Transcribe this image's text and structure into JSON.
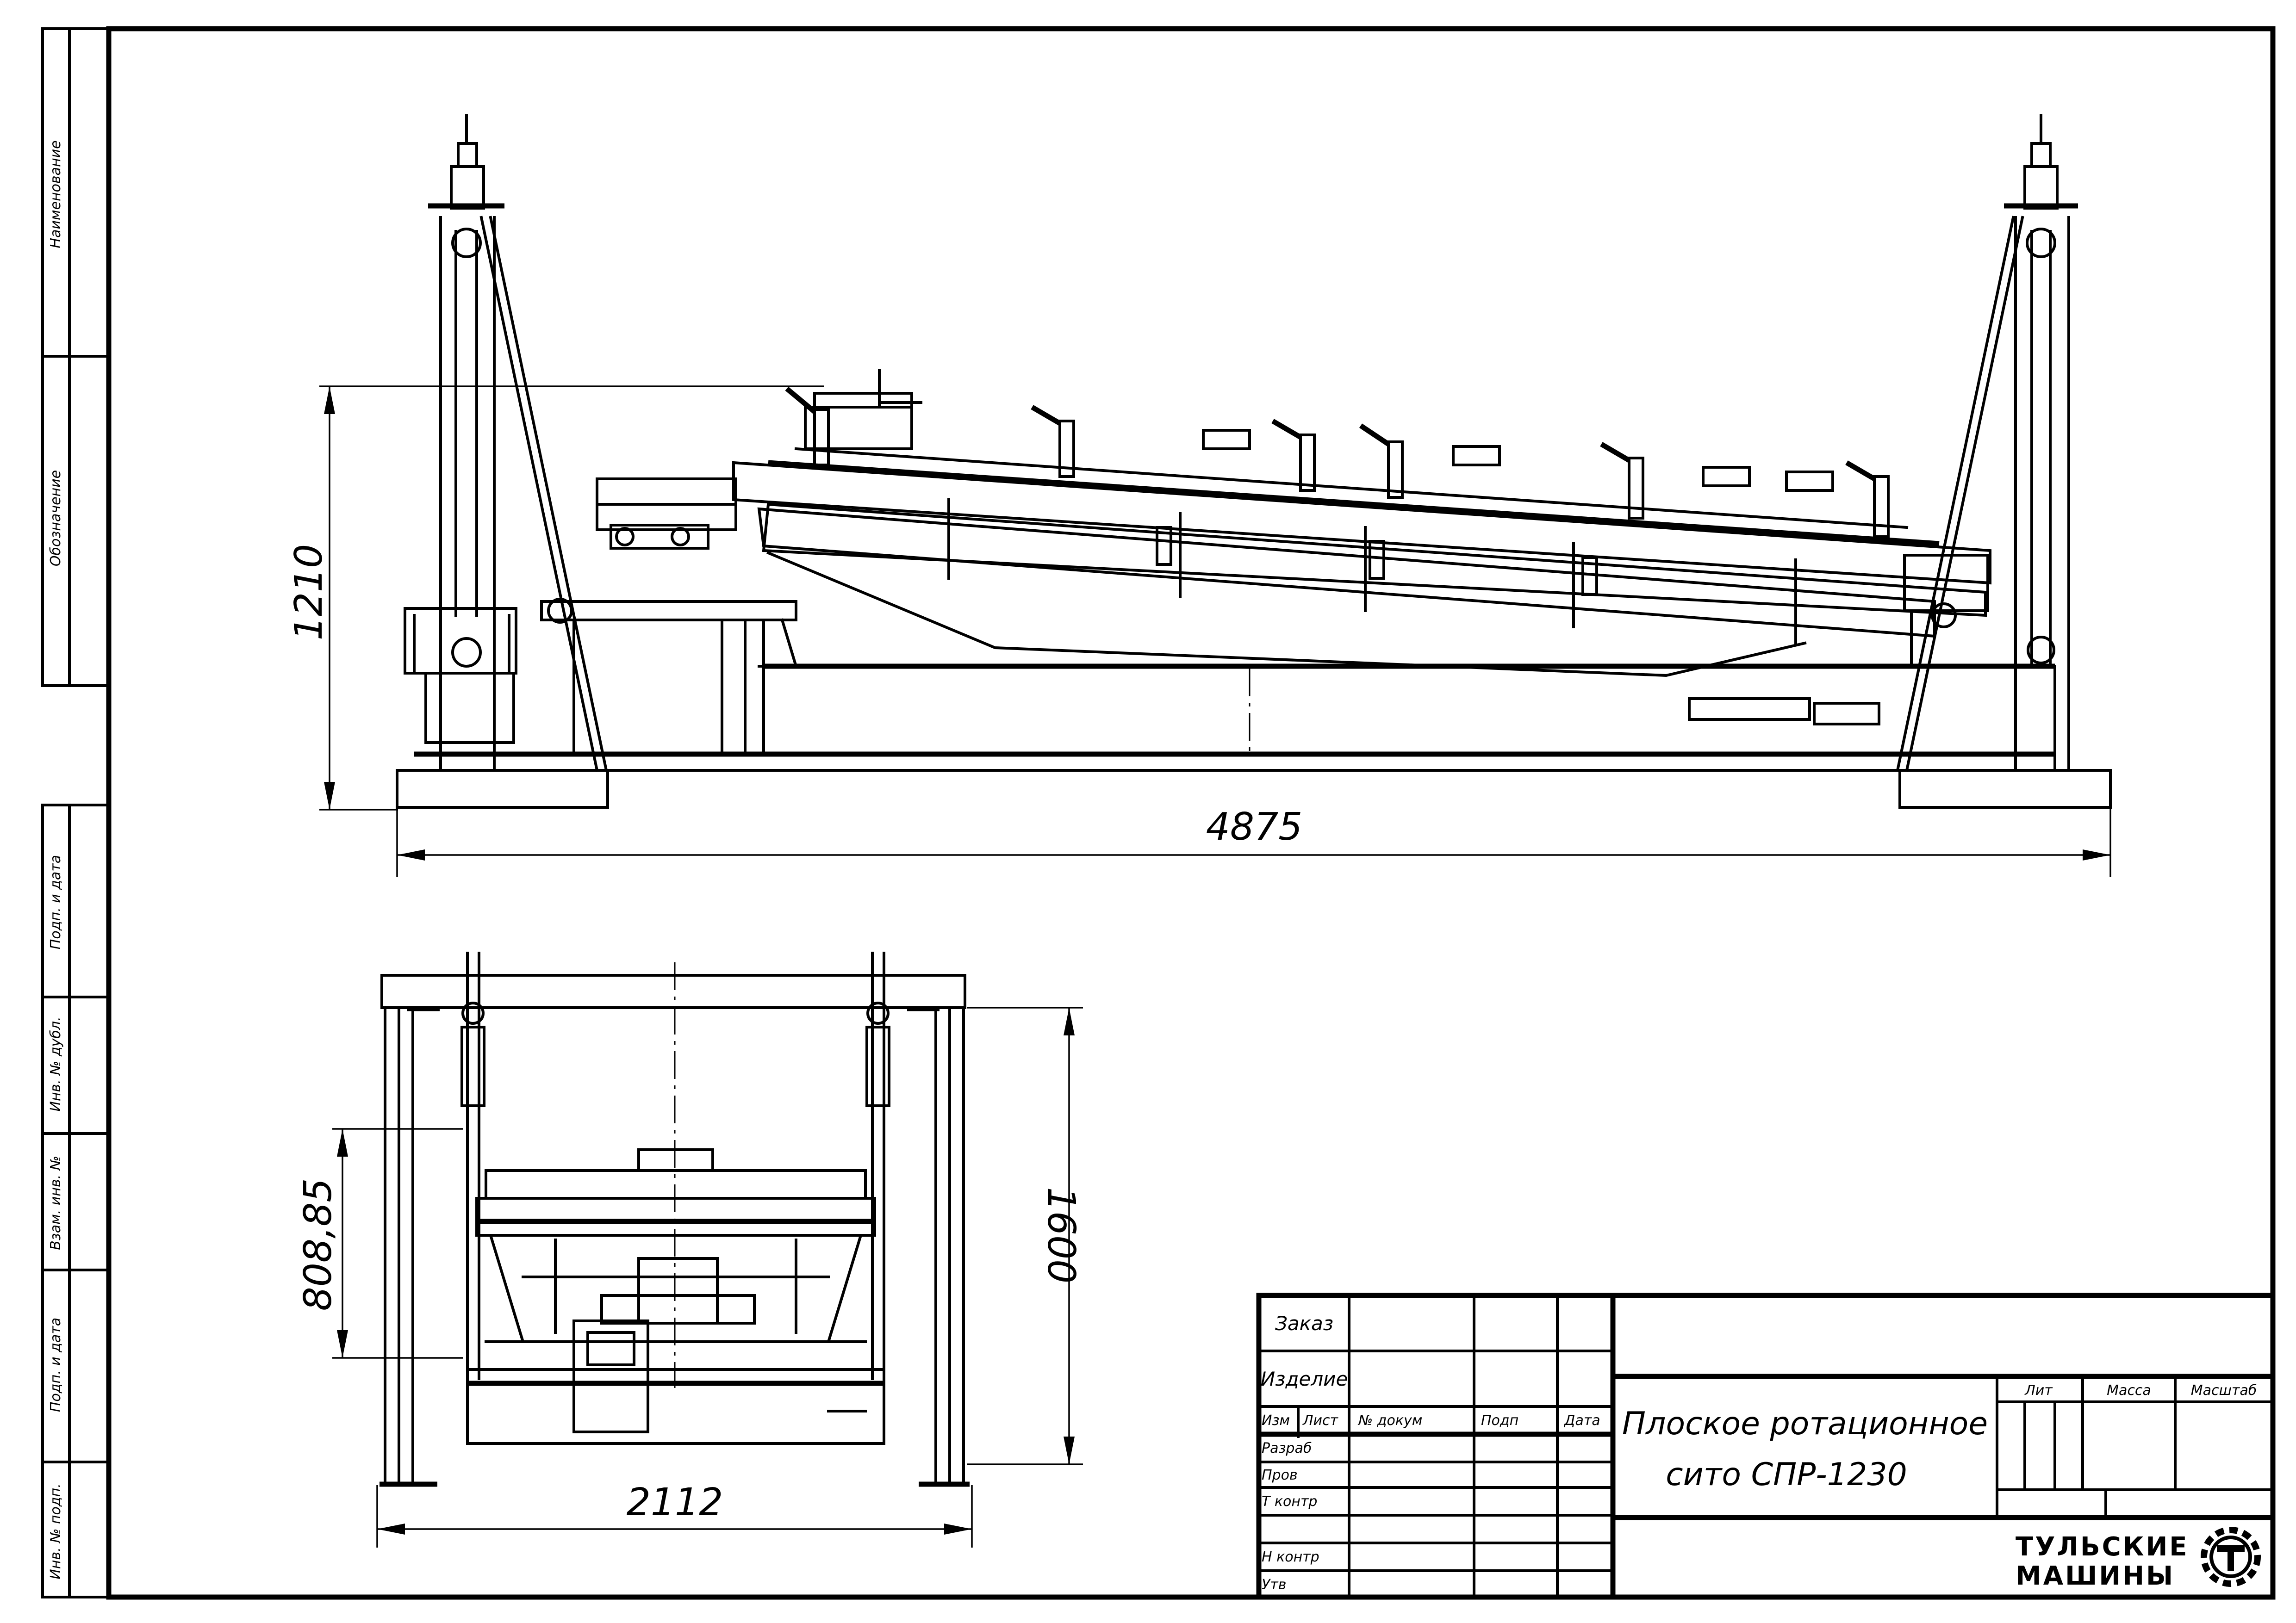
{
  "sheet": {
    "side_labels": [
      "Наименование",
      "Обозначение",
      "Подп. и дата",
      "Инв. № дубл.",
      "Взам. инв. №",
      "Подп. и дата",
      "Инв. № подп."
    ]
  },
  "dimensions": {
    "side_height": "1210",
    "side_length": "4875",
    "front_inner_height": "808,85",
    "front_height": "1600",
    "front_width": "2112"
  },
  "title_block": {
    "order_label": "Заказ",
    "product_label": "Изделие",
    "columns": [
      "Изм",
      "Лист",
      "№ докум",
      "Подп",
      "Дата"
    ],
    "rows": [
      "Разраб",
      "Пров",
      "Т контр",
      "",
      "Н контр",
      "Утв"
    ],
    "title_line1": "Плоское ротационное",
    "title_line2": "сито СПР-1230",
    "lit_label": "Лит",
    "mass_label": "Масса",
    "scale_label": "Масштаб",
    "company_line1": "ТУЛЬСКИЕ",
    "company_line2": "МАШИНЫ"
  }
}
